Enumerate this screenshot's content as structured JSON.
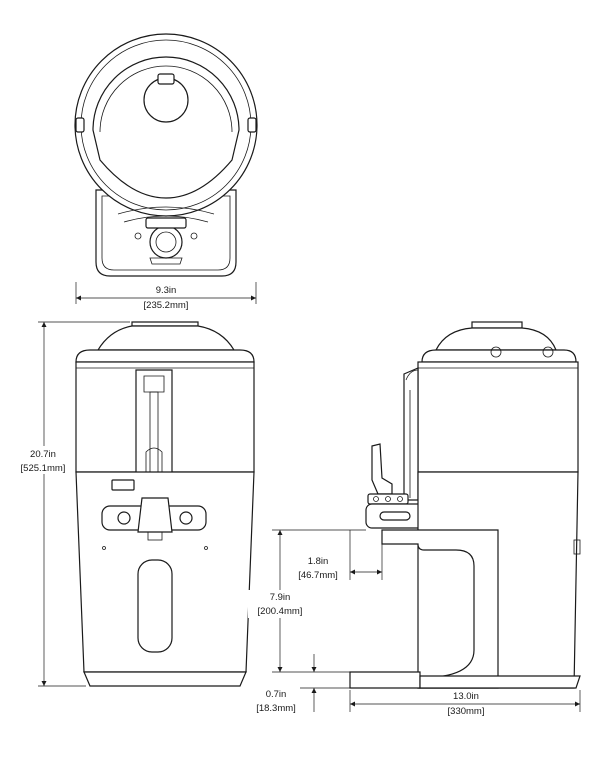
{
  "dimensions": {
    "width": {
      "imperial": "9.3in",
      "metric": "[235.2mm]"
    },
    "height": {
      "imperial": "20.7in",
      "metric": "[525.1mm]"
    },
    "faucet_offset": {
      "imperial": "1.8in",
      "metric": "[46.7mm]"
    },
    "faucet_height": {
      "imperial": "7.9in",
      "metric": "[200.4mm]"
    },
    "base_height": {
      "imperial": "0.7in",
      "metric": "[18.3mm]"
    },
    "depth": {
      "imperial": "13.0in",
      "metric": "[330mm]"
    }
  }
}
